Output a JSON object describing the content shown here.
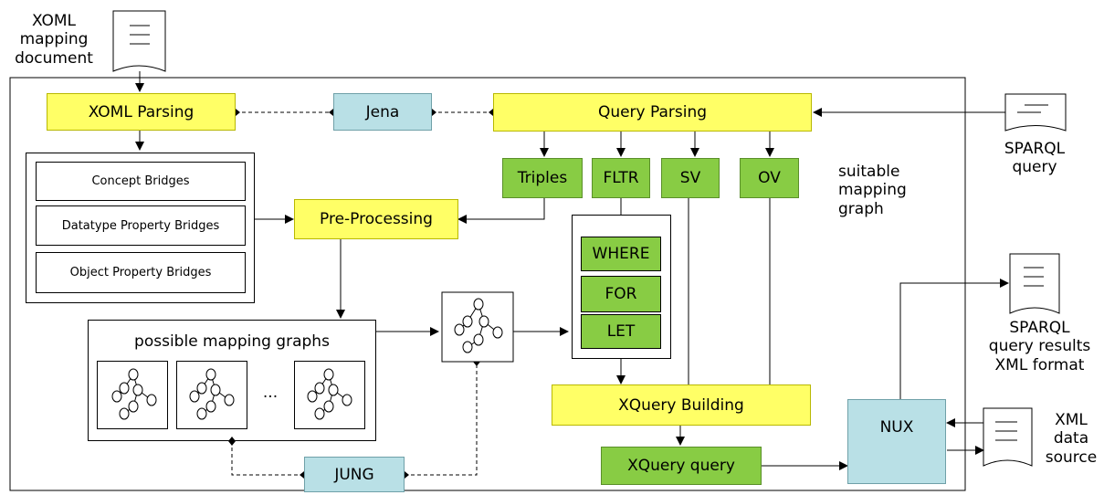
{
  "inputs": {
    "xoml_doc": "XOML\nmapping\ndocument",
    "sparql_query": "SPARQL\nquery",
    "sparql_results": "SPARQL\nquery results\nXML format",
    "xml_source": "XML\ndata\nsource"
  },
  "processes": {
    "xoml_parsing": "XOML Parsing",
    "query_parsing": "Query Parsing",
    "pre_processing": "Pre-Processing",
    "xquery_building": "XQuery Building"
  },
  "tools": {
    "jena": "Jena",
    "jung": "JUNG",
    "nux": "NUX"
  },
  "bridges": [
    "Concept Bridges",
    "Datatype Property Bridges",
    "Object Property Bridges"
  ],
  "query_parts": {
    "triples": "Triples",
    "fltr": "FLTR",
    "sv": "SV",
    "ov": "OV"
  },
  "clauses": [
    "WHERE",
    "FOR",
    "LET"
  ],
  "labels": {
    "possible_graphs": "possible mapping graphs",
    "ellipsis": "...",
    "suitable_graph": "suitable\nmapping\ngraph",
    "xquery_query": "XQuery query"
  }
}
